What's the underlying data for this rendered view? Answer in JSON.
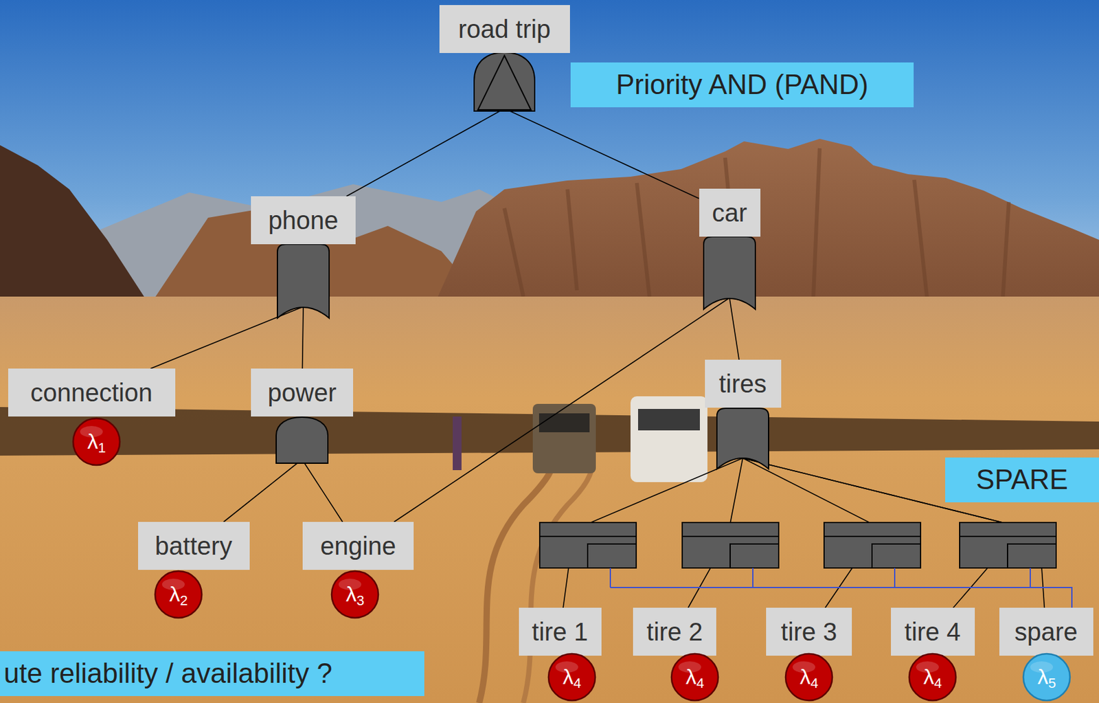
{
  "diagram": {
    "nodes": [
      {
        "text": [
          "road trip"
        ]
      },
      {
        "text": [
          "Priority AND (PAND)"
        ]
      },
      {
        "text": [
          "phone"
        ]
      },
      {
        "text": [
          "car"
        ]
      },
      {
        "text": [
          "connection"
        ]
      },
      {
        "text": [
          "λ1"
        ]
      },
      {
        "text": [
          "power"
        ]
      },
      {
        "text": [
          "tires"
        ]
      },
      {
        "text": [
          "SPARE"
        ]
      },
      {
        "text": [
          "battery"
        ]
      },
      {
        "text": [
          "engine"
        ]
      },
      {
        "text": [
          "λ2"
        ]
      },
      {
        "text": [
          "λ3"
        ]
      },
      {
        "text": [
          "tire 1"
        ]
      },
      {
        "text": [
          "tire 2"
        ]
      },
      {
        "text": [
          "tire 3"
        ]
      },
      {
        "text": [
          "tire 4"
        ]
      },
      {
        "text": [
          "spare"
        ]
      },
      {
        "text": [
          "λ4"
        ]
      },
      {
        "text": [
          "λ4"
        ]
      },
      {
        "text": [
          "λ4"
        ]
      },
      {
        "text": [
          "λ4"
        ]
      },
      {
        "text": [
          "λ5"
        ]
      },
      {
        "text": [
          "ute reliability / availability ?"
        ]
      }
    ],
    "edges": [
      {
        "from": 0,
        "to": 2,
        "arrow": "none"
      },
      {
        "from": 0,
        "to": 3,
        "arrow": "none"
      },
      {
        "from": 2,
        "to": 4,
        "arrow": "none"
      },
      {
        "from": 2,
        "to": 6,
        "arrow": "none"
      },
      {
        "from": 6,
        "to": 9,
        "arrow": "none"
      },
      {
        "from": 6,
        "to": 10,
        "arrow": "none"
      },
      {
        "from": 3,
        "to": 10,
        "arrow": "none"
      },
      {
        "from": 3,
        "to": 7,
        "arrow": "none"
      },
      {
        "from": 7,
        "to": 13,
        "arrow": "none"
      },
      {
        "from": 7,
        "to": 14,
        "arrow": "none"
      },
      {
        "from": 7,
        "to": 15,
        "arrow": "none"
      },
      {
        "from": 7,
        "to": 16,
        "arrow": "none"
      },
      {
        "from": 7,
        "to": 17,
        "arrow": "none"
      }
    ]
  }
}
